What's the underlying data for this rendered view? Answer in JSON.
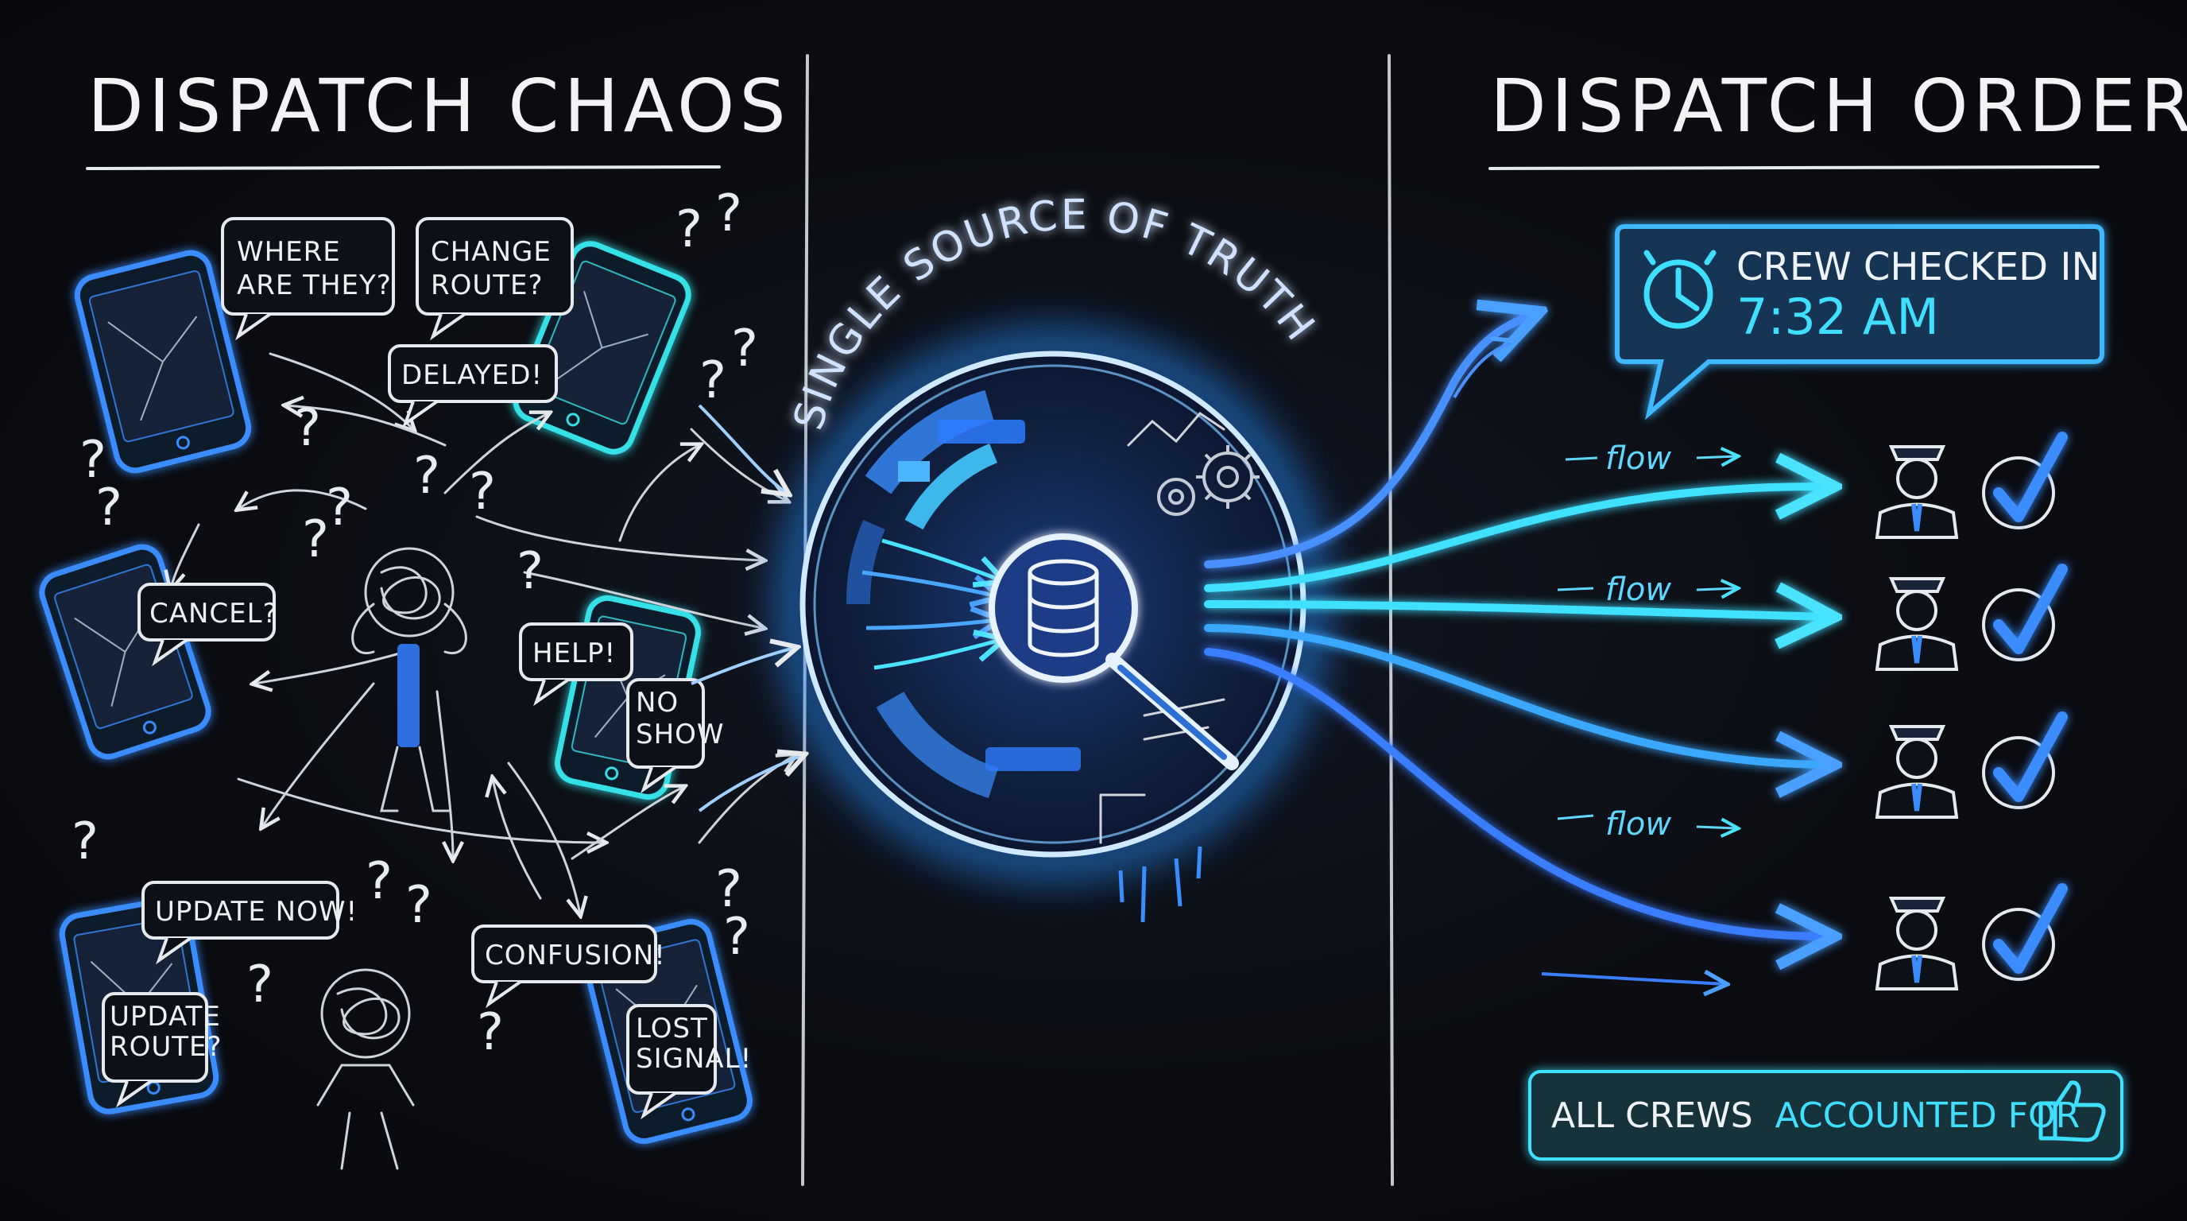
{
  "left_panel": {
    "title": "DISPATCH CHAOS",
    "bubbles": [
      {
        "id": "where",
        "lines": [
          "WHERE",
          "ARE THEY?"
        ]
      },
      {
        "id": "change",
        "lines": [
          "CHANGE",
          "ROUTE?"
        ]
      },
      {
        "id": "delayed",
        "lines": [
          "DELAYED!"
        ]
      },
      {
        "id": "cancel",
        "lines": [
          "CANCEL?"
        ]
      },
      {
        "id": "help",
        "lines": [
          "HELP!"
        ]
      },
      {
        "id": "noshow",
        "lines": [
          "NO",
          "SHOW"
        ]
      },
      {
        "id": "update_now",
        "lines": [
          "UPDATE NOW!"
        ]
      },
      {
        "id": "update_route",
        "lines": [
          "UPDATE",
          "ROUTE?"
        ]
      },
      {
        "id": "confusion",
        "lines": [
          "CONFUSION!"
        ]
      },
      {
        "id": "lost",
        "lines": [
          "LOST",
          "SIGNAL!"
        ]
      }
    ],
    "question_mark": "?"
  },
  "center": {
    "arc_label": "SINGLE SOURCE OF TRUTH"
  },
  "right_panel": {
    "title": "DISPATCH ORDER",
    "status": {
      "label": "CREW CHECKED IN",
      "time": "7:32 AM"
    },
    "flow_labels": [
      "flow",
      "flow",
      "flow"
    ],
    "crews_rows": 4,
    "summary": {
      "part1": "ALL CREWS",
      "part2": "ACCOUNTED FOR"
    }
  },
  "colors": {
    "accent_cyan": "#3fe0ff",
    "accent_blue": "#3a8dff",
    "chalk": "#e6e9ed",
    "background": "#0b0d12"
  },
  "icons": [
    "phone-icon",
    "clock-icon",
    "database-icon",
    "magnifier-icon",
    "gear-icon",
    "crew-icon",
    "checkmark-icon",
    "thumbs-up-icon"
  ]
}
